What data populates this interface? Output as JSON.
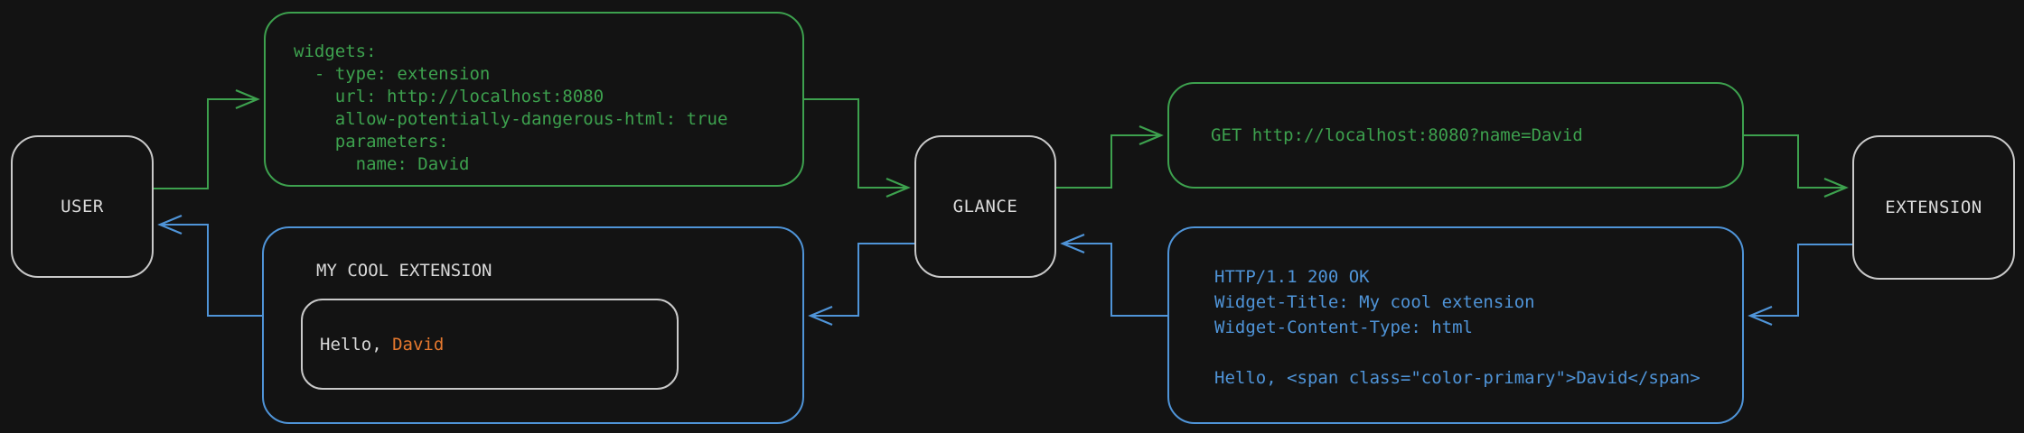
{
  "canvas": {
    "background": "#131313"
  },
  "palette": {
    "request_green": "#3da14e",
    "response_blue": "#4f94d8",
    "node_border_gray": "#c9c9c9",
    "text_light": "#d9d9d9",
    "accent_orange": "#e5782e"
  },
  "nodes": {
    "user": {
      "label": "USER"
    },
    "glance": {
      "label": "GLANCE"
    },
    "extension": {
      "label": "EXTENSION"
    }
  },
  "config_box": {
    "lines": [
      "widgets:",
      "  - type: extension",
      "    url: http://localhost:8080",
      "    allow-potentially-dangerous-html: true",
      "    parameters:",
      "      name: David"
    ]
  },
  "request_box": {
    "text": "GET http://localhost:8080?name=David"
  },
  "response_box": {
    "lines": [
      "HTTP/1.1 200 OK",
      "Widget-Title: My cool extension",
      "Widget-Content-Type: html",
      "",
      "Hello, <span class=\"color-primary\">David</span>"
    ]
  },
  "widget_preview": {
    "title": "MY COOL EXTENSION",
    "greeting_prefix": "Hello, ",
    "greeting_name": "David"
  }
}
